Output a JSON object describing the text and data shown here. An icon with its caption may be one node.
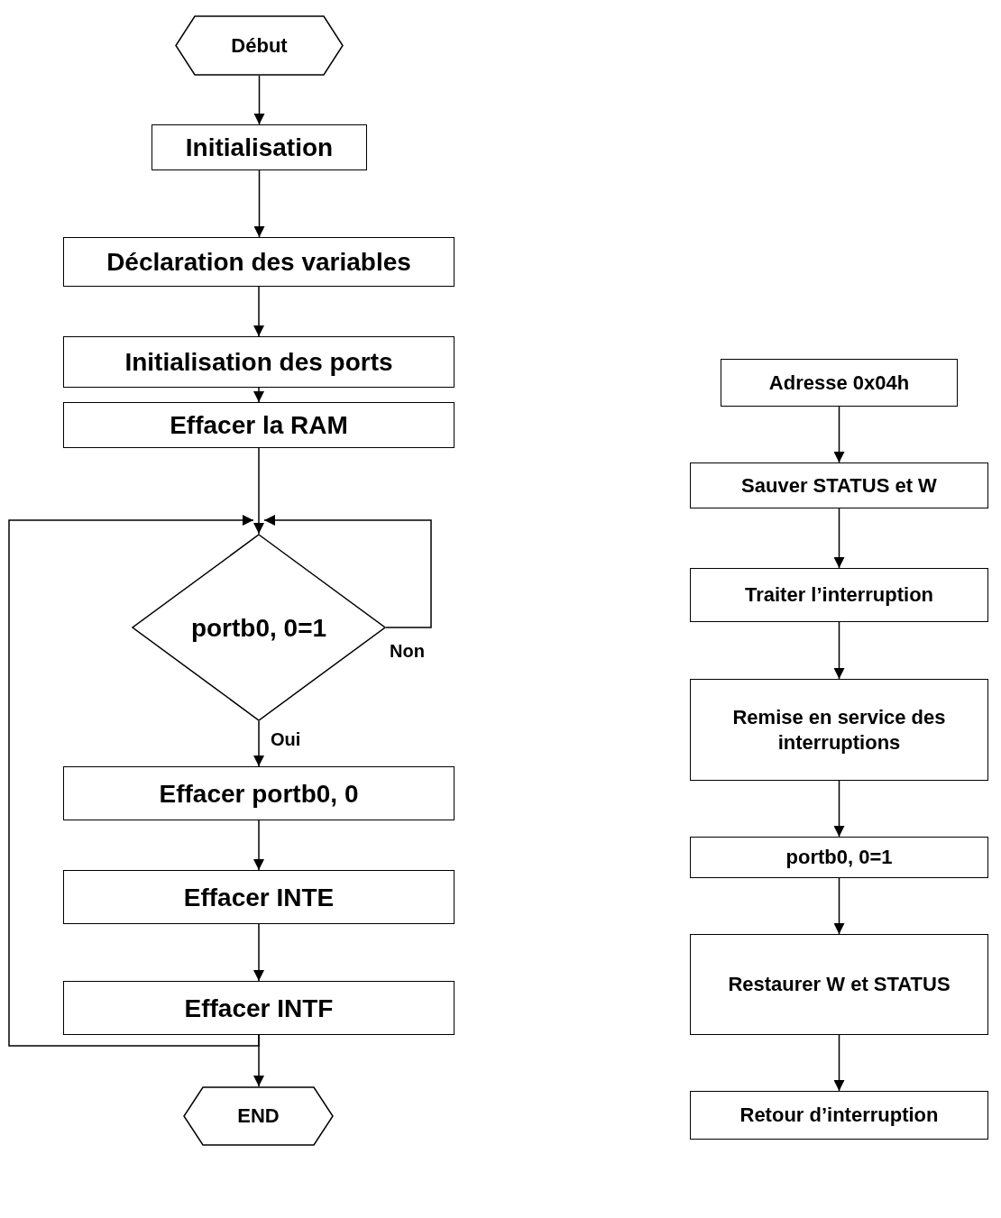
{
  "diagram": {
    "nodes": [
      {
        "text": [
          "Début"
        ]
      },
      {
        "text": [
          "Initialisation"
        ]
      },
      {
        "text": [
          "Déclaration des variables"
        ]
      },
      {
        "text": [
          "Initialisation des ports"
        ]
      },
      {
        "text": [
          "Effacer la RAM"
        ]
      },
      {
        "text": [
          "portb0, 0=1"
        ]
      },
      {
        "text": [
          "Effacer portb0, 0"
        ]
      },
      {
        "text": [
          "Effacer INTE"
        ]
      },
      {
        "text": [
          "Effacer INTF"
        ]
      },
      {
        "text": [
          "END"
        ]
      },
      {
        "text": [
          "Adresse 0x04h"
        ]
      },
      {
        "text": [
          "Sauver STATUS et W"
        ]
      },
      {
        "text": [
          "Traiter l’interruption"
        ]
      },
      {
        "text": [
          "Remise en service des interruptions"
        ]
      },
      {
        "text": [
          "portb0, 0=1"
        ]
      },
      {
        "text": [
          "Restaurer W et STATUS"
        ]
      },
      {
        "text": [
          "Retour d’interruption"
        ]
      }
    ],
    "edges": [
      {
        "from": 0,
        "to": 1,
        "arrow": "to"
      },
      {
        "from": 1,
        "to": 2,
        "arrow": "to"
      },
      {
        "from": 2,
        "to": 3,
        "arrow": "to"
      },
      {
        "from": 3,
        "to": 4,
        "arrow": "to"
      },
      {
        "from": 4,
        "to": 5,
        "arrow": "to"
      },
      {
        "from": 5,
        "to": 5,
        "arrow": "to",
        "label": "Non"
      },
      {
        "from": 5,
        "to": 6,
        "arrow": "to",
        "label": "Oui"
      },
      {
        "from": 6,
        "to": 7,
        "arrow": "to"
      },
      {
        "from": 7,
        "to": 8,
        "arrow": "to"
      },
      {
        "from": 8,
        "to": 9,
        "arrow": "to"
      },
      {
        "from": 8,
        "to": 5,
        "arrow": "to"
      },
      {
        "from": 10,
        "to": 11,
        "arrow": "to"
      },
      {
        "from": 11,
        "to": 12,
        "arrow": "to"
      },
      {
        "from": 12,
        "to": 13,
        "arrow": "to"
      },
      {
        "from": 13,
        "to": 14,
        "arrow": "to"
      },
      {
        "from": 14,
        "to": 15,
        "arrow": "to"
      },
      {
        "from": 15,
        "to": 16,
        "arrow": "to"
      }
    ]
  }
}
